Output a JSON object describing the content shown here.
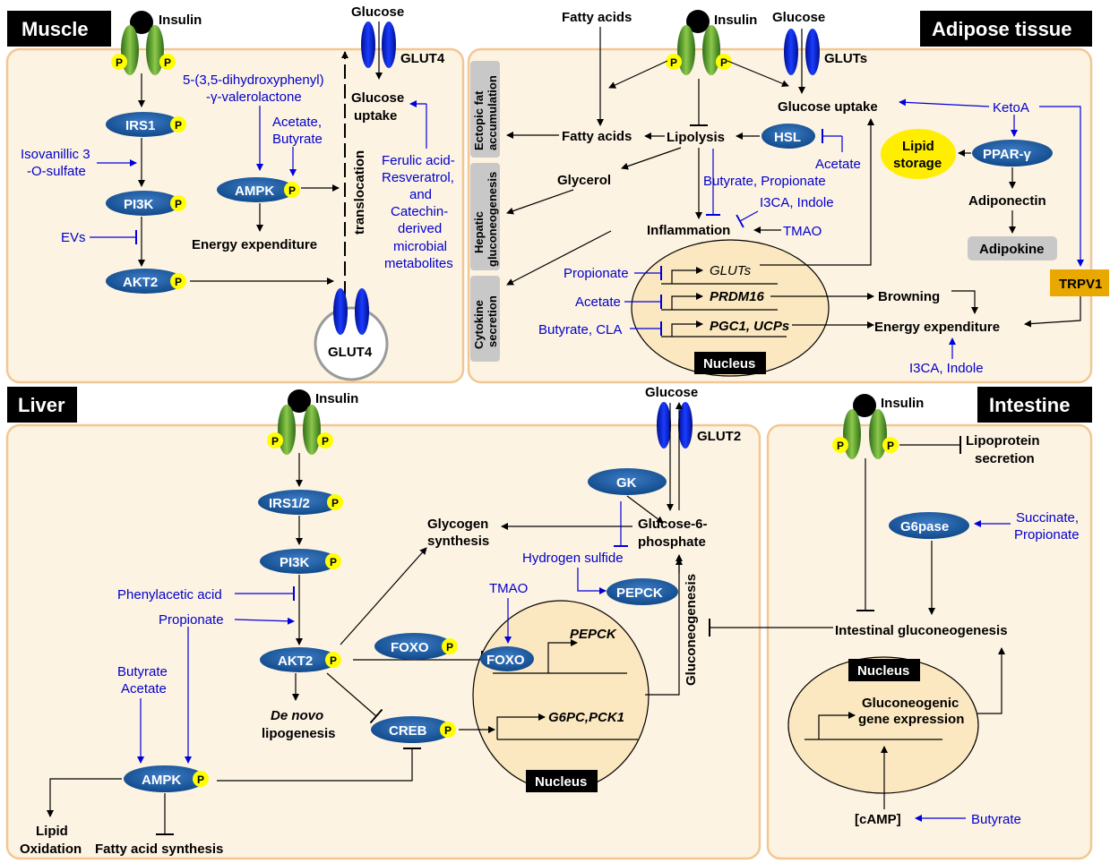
{
  "colors": {
    "panel_fill": "#fdf3e2",
    "panel_border": "#f2c794",
    "oval_fill": "#1f5fa8",
    "phospho_fill": "#ffff00",
    "receptor_green": "#55a02d",
    "glut_blue": "#0a1fd6",
    "pathway_text": "#0000cc",
    "nucleus_fill": "#fce8c0",
    "grey_box": "#c8c8c8",
    "trpv1_fill": "#e8a800"
  },
  "icons": [
    "insulin-receptor-icon",
    "glucose-transporter-icon",
    "phosphate-icon",
    "nucleus-icon",
    "vesicle-icon"
  ],
  "common": {
    "phospho": "P"
  },
  "muscle": {
    "title": "Muscle",
    "insulin": "Insulin",
    "glucose": "Glucose",
    "glut4_top": "GLUT4",
    "glucose_uptake": [
      "Glucose",
      "uptake"
    ],
    "irs1": "IRS1",
    "pi3k": "PI3K",
    "akt2": "AKT2",
    "ampk": "AMPK",
    "isovanillic": [
      "Isovanillic 3",
      "-O-sulfate"
    ],
    "evs": "EVs",
    "valerolactone": [
      "5-(3,5-dihydroxyphenyl)",
      "-γ-valerolactone"
    ],
    "acetate_butyrate": [
      "Acetate,",
      "Butyrate"
    ],
    "energy": "Energy expenditure",
    "translocation": "translocation",
    "ferulic": [
      "Ferulic acid-",
      "Resveratrol,",
      "and",
      "Catechin-",
      "derived",
      "microbial",
      "metabolites"
    ],
    "glut4_vesicle": "GLUT4"
  },
  "adipose": {
    "title": "Adipose tissue",
    "fatty_acids_in": "Fatty acids",
    "insulin": "Insulin",
    "glucose": "Glucose",
    "gluts": "GLUTs",
    "glucose_uptake": "Glucose uptake",
    "ketoa": "KetoA",
    "fatty_acids": "Fatty acids",
    "lipolysis": "Lipolysis",
    "hsl": "HSL",
    "acetate": "Acetate",
    "lipid_storage": [
      "Lipid",
      "storage"
    ],
    "ppar": "PPAR-γ",
    "glycerol": "Glycerol",
    "butyrate_propionate": "Butyrate, Propionate",
    "i3ca_indole": "I3CA, Indole",
    "tmao": "TMAO",
    "inflammation": "Inflammation",
    "adiponectin": "Adiponectin",
    "adipokine": "Adipokine",
    "trpv1": "TRPV1",
    "side_boxes": [
      [
        "Ectopic fat",
        "accumulation"
      ],
      [
        "Hepatic",
        "gluconeogenesis"
      ],
      [
        "Cytokine",
        "secretion"
      ]
    ],
    "propionate": "Propionate",
    "acetate2": "Acetate",
    "butyrate_cla": "Butyrate, CLA",
    "gene_gluts": "GLUTs",
    "gene_prdm16": "PRDM16",
    "gene_pgc1": "PGC1, UCPs",
    "browning": "Browning",
    "energy": "Energy expenditure",
    "nucleus": "Nucleus",
    "i3ca_indole2": "I3CA, Indole"
  },
  "liver": {
    "title": "Liver",
    "insulin": "Insulin",
    "irs12": "IRS1/2",
    "pi3k": "PI3K",
    "akt2": "AKT2",
    "ampk": "AMPK",
    "phenylacetic": "Phenylacetic acid",
    "propionate": "Propionate",
    "butyrate_acetate": [
      "Butyrate",
      "Acetate"
    ],
    "de_novo": [
      "De novo",
      "lipogenesis"
    ],
    "lipid_oxidation": [
      "Lipid",
      "Oxidation"
    ],
    "fas": "Fatty acid synthesis",
    "glycogen": [
      "Glycogen",
      "synthesis"
    ],
    "glucose": "Glucose",
    "glut2": "GLUT2",
    "gk": "GK",
    "g6p": [
      "Glucose-6-",
      "phosphate"
    ],
    "h2s": "Hydrogen sulfide",
    "pepck": "PEPCK",
    "tmao": "TMAO",
    "foxo": "FOXO",
    "creb": "CREB",
    "gene_pepck": "PEPCK",
    "gene_g6pc": "G6PC,PCK1",
    "gluconeogenesis": "Gluconeogenesis",
    "nucleus": "Nucleus"
  },
  "intestine": {
    "title": "Intestine",
    "insulin": "Insulin",
    "lipoprotein": [
      "Lipoprotein",
      "secretion"
    ],
    "g6pase": "G6pase",
    "succinate": [
      "Succinate,",
      "Propionate"
    ],
    "ign": "Intestinal gluconeogenesis",
    "nucleus": "Nucleus",
    "gene_expr": [
      "Gluconeogenic",
      "gene expression"
    ],
    "camp": "[cAMP]",
    "butyrate": "Butyrate"
  }
}
